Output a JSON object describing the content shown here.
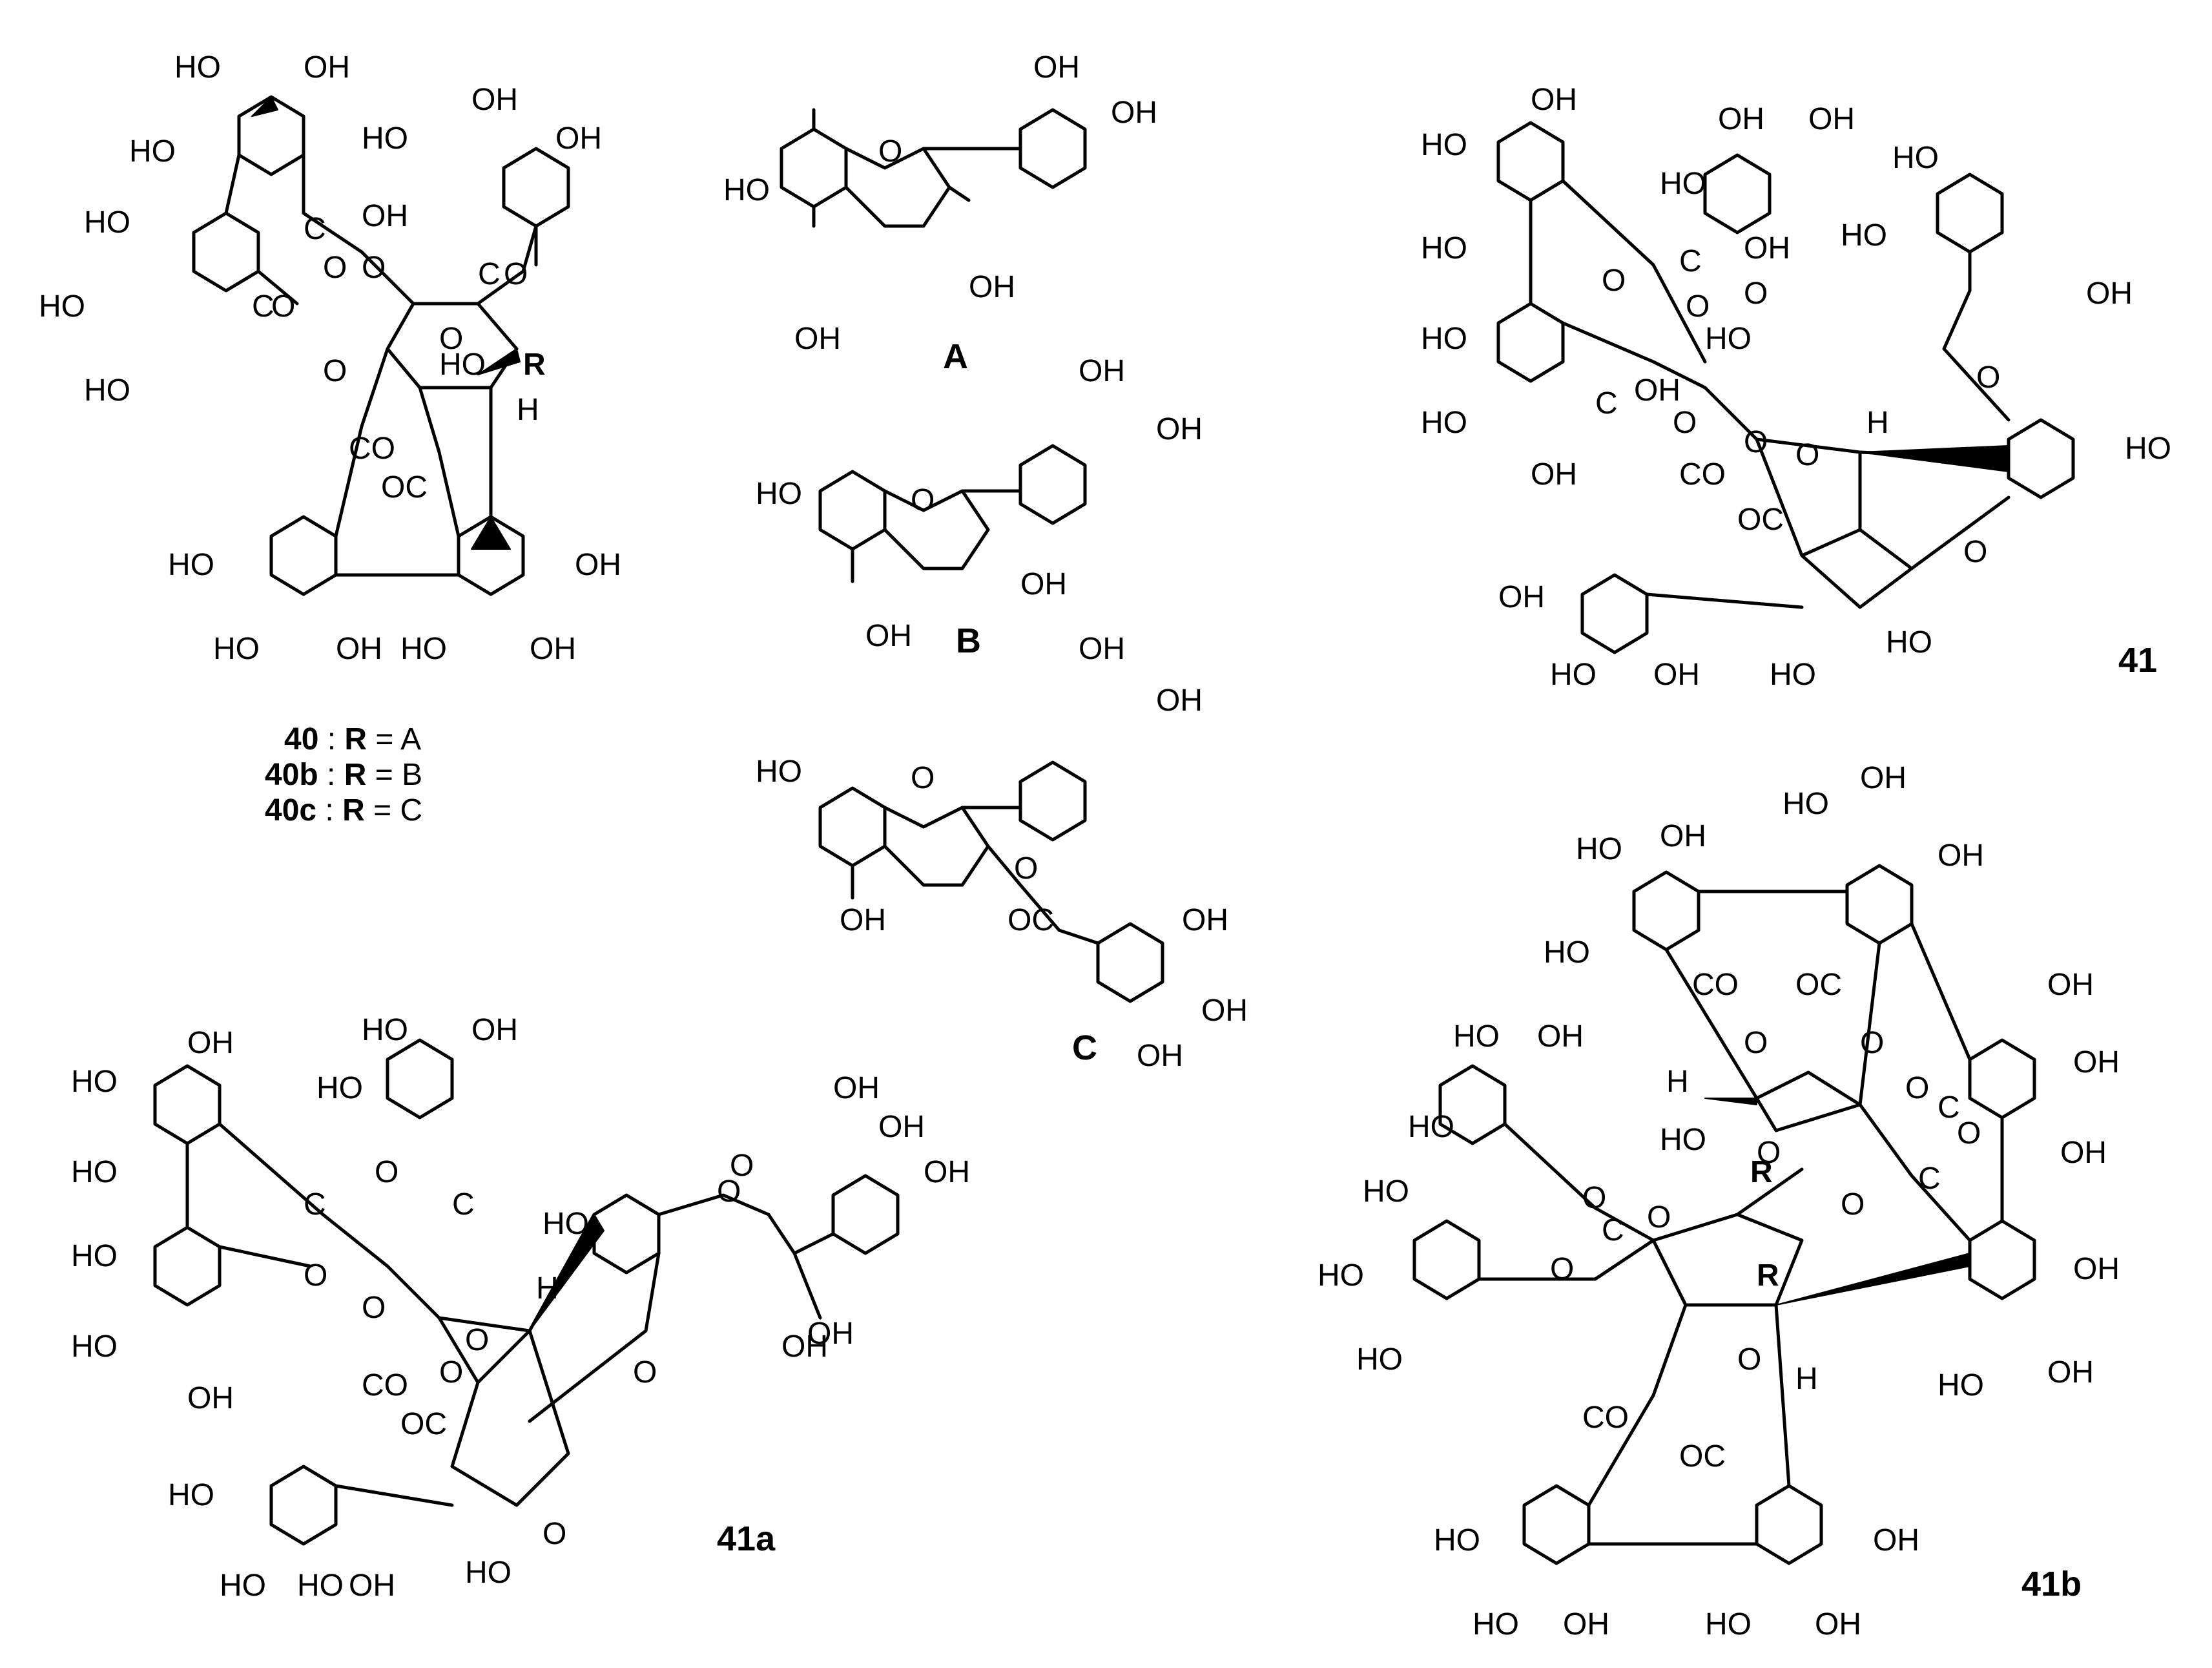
{
  "compounds": {
    "c40": {
      "id": "40",
      "labels": [
        "HO",
        "OH",
        "HO",
        "OH",
        "HO",
        "OH",
        "HO",
        "HO",
        "HO",
        "OH",
        "HO",
        "HO",
        "OH",
        "HO",
        "OH",
        "HO",
        "OH"
      ],
      "ester": [
        "C",
        "O",
        "C",
        "O",
        "O",
        "O",
        "C",
        "O",
        "CO",
        "OC",
        "O"
      ],
      "r": "R",
      "h": "H"
    },
    "series40": [
      {
        "id": "40",
        "sep": " : ",
        "r": "R",
        "eq": " = A"
      },
      {
        "id": "40b",
        "sep": " : ",
        "r": "R",
        "eq": " = B"
      },
      {
        "id": "40c",
        "sep": " : ",
        "r": "R",
        "eq": " = C"
      }
    ],
    "unitA": {
      "id": "A",
      "labels": [
        "OH",
        "OH",
        "HO",
        "O",
        "OH",
        "OH"
      ]
    },
    "unitB": {
      "id": "B",
      "labels": [
        "OH",
        "OH",
        "HO",
        "O",
        "OH",
        "OH"
      ]
    },
    "unitC": {
      "id": "C",
      "labels": [
        "OH",
        "OH",
        "HO",
        "O",
        "O",
        "OC",
        "OH",
        "OH",
        "OH",
        "OH"
      ]
    },
    "c41": {
      "id": "41",
      "labels": [
        "OH",
        "HO",
        "HO",
        "OH",
        "HO",
        "OH",
        "HO",
        "HO",
        "HO",
        "OH",
        "HO",
        "OH",
        "HO",
        "OH",
        "HO",
        "OH",
        "HO",
        "HO",
        "OH",
        "HO",
        "O",
        "OH",
        "O",
        "O"
      ],
      "ester": [
        "C",
        "O",
        "O",
        "C",
        "O",
        "O",
        "CO",
        "OC",
        "O"
      ],
      "h": "H"
    },
    "c41a": {
      "id": "41a",
      "labels": [
        "OH",
        "HO",
        "HO",
        "OH",
        "HO",
        "OH",
        "HO",
        "OH",
        "HO",
        "HO",
        "HO",
        "OH",
        "OH",
        "HO",
        "O",
        "OH",
        "O",
        "HO",
        "HO",
        "OH",
        "HO",
        "O",
        "OH",
        "O"
      ],
      "ester": [
        "C",
        "O",
        "O",
        "C",
        "O",
        "O",
        "CO",
        "OC",
        "O"
      ],
      "h": "H"
    },
    "c41b": {
      "id": "41b",
      "labels": [
        "HO",
        "OH",
        "HO",
        "OH",
        "OH",
        "HO",
        "OH",
        "HO",
        "OH",
        "HO",
        "OH",
        "HO",
        "OH",
        "HO",
        "OH",
        "HO",
        "HO",
        "HO",
        "OH",
        "HO",
        "OH",
        "HO",
        "OH",
        "HO",
        "OH"
      ],
      "ester": [
        "CO",
        "OC",
        "O",
        "O",
        "O",
        "O",
        "C",
        "O",
        "C",
        "O",
        "O",
        "C",
        "O",
        "O",
        "CO",
        "OC",
        "O"
      ],
      "r1": "R",
      "r2": "R",
      "h1": "H",
      "h2": "H"
    }
  }
}
